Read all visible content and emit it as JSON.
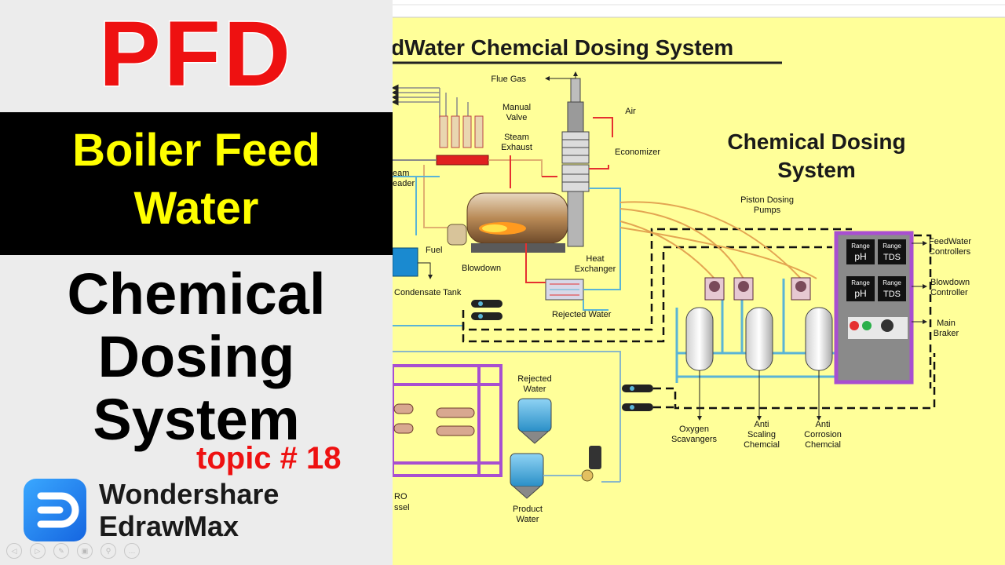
{
  "thumbnail": {
    "pfd_label": "PFD",
    "banner_title_line1": "Boiler Feed",
    "banner_title_line2": "Water",
    "main_title_line1": "Chemical",
    "main_title_line2": "Dosing",
    "main_title_line3": "System",
    "topic": "topic # 18",
    "brand_line1": "Wondershare",
    "brand_line2": "EdrawMax",
    "logo_icon": "edrawmax-logo-icon"
  },
  "player_controls": [
    {
      "name": "prev-icon",
      "glyph": "◁"
    },
    {
      "name": "next-icon",
      "glyph": "▷"
    },
    {
      "name": "pen-icon",
      "glyph": "✎"
    },
    {
      "name": "slides-icon",
      "glyph": "▣"
    },
    {
      "name": "zoom-icon",
      "glyph": "⚲"
    },
    {
      "name": "more-icon",
      "glyph": "…"
    }
  ],
  "diagram": {
    "header_title": "dWater Chemcial Dosing System",
    "section_title_line1": "Chemical Dosing",
    "section_title_line2": "System",
    "labels": {
      "flue_gas": "Flue Gas",
      "manual_valve_1": "Manual",
      "manual_valve_2": "Valve",
      "air": "Air",
      "steam_exhaust_1": "Steam",
      "steam_exhaust_2": "Exhaust",
      "economizer": "Economizer",
      "steam_header_1": "eam",
      "steam_header_2": "eader",
      "fuel": "Fuel",
      "blowdown": "Blowdown",
      "heat_exchanger_1": "Heat",
      "heat_exchanger_2": "Exchanger",
      "condensate_tank": "Condensate Tank",
      "rejected_water_hx": "Rejected Water",
      "piston_pumps_1": "Piston Dosing",
      "piston_pumps_2": "Pumps",
      "feedwater_ctrl_1": "FeedWater",
      "feedwater_ctrl_2": "Controllers",
      "blowdown_ctrl_1": "Blowdown",
      "blowdown_ctrl_2": "Controller",
      "main_braker_1": "Main",
      "main_braker_2": "Braker",
      "rejected_water_1": "Rejected",
      "rejected_water_2": "Water",
      "product_water_1": "Product",
      "product_water_2": "Water",
      "oxygen_1": "Oxygen",
      "oxygen_2": "Scavangers",
      "anti_scaling_1": "Anti",
      "anti_scaling_2": "Scaling",
      "anti_scaling_3": "Chemcial",
      "anti_corrosion_1": "Anti",
      "anti_corrosion_2": "Corrosion",
      "anti_corrosion_3": "Chemcial",
      "ro_1": "RO",
      "ro_2": "ssel"
    },
    "gauges": {
      "range": "Range",
      "ph": "pH",
      "tds": "TDS"
    },
    "colors": {
      "background": "#ffff99",
      "pipe_blue": "#5ab4d6",
      "pipe_orange": "#e3a552",
      "pipe_red": "#e53030",
      "frame_purple": "#a84fd0",
      "title_red": "#ee1111",
      "title_yellow": "#ffff00"
    }
  }
}
